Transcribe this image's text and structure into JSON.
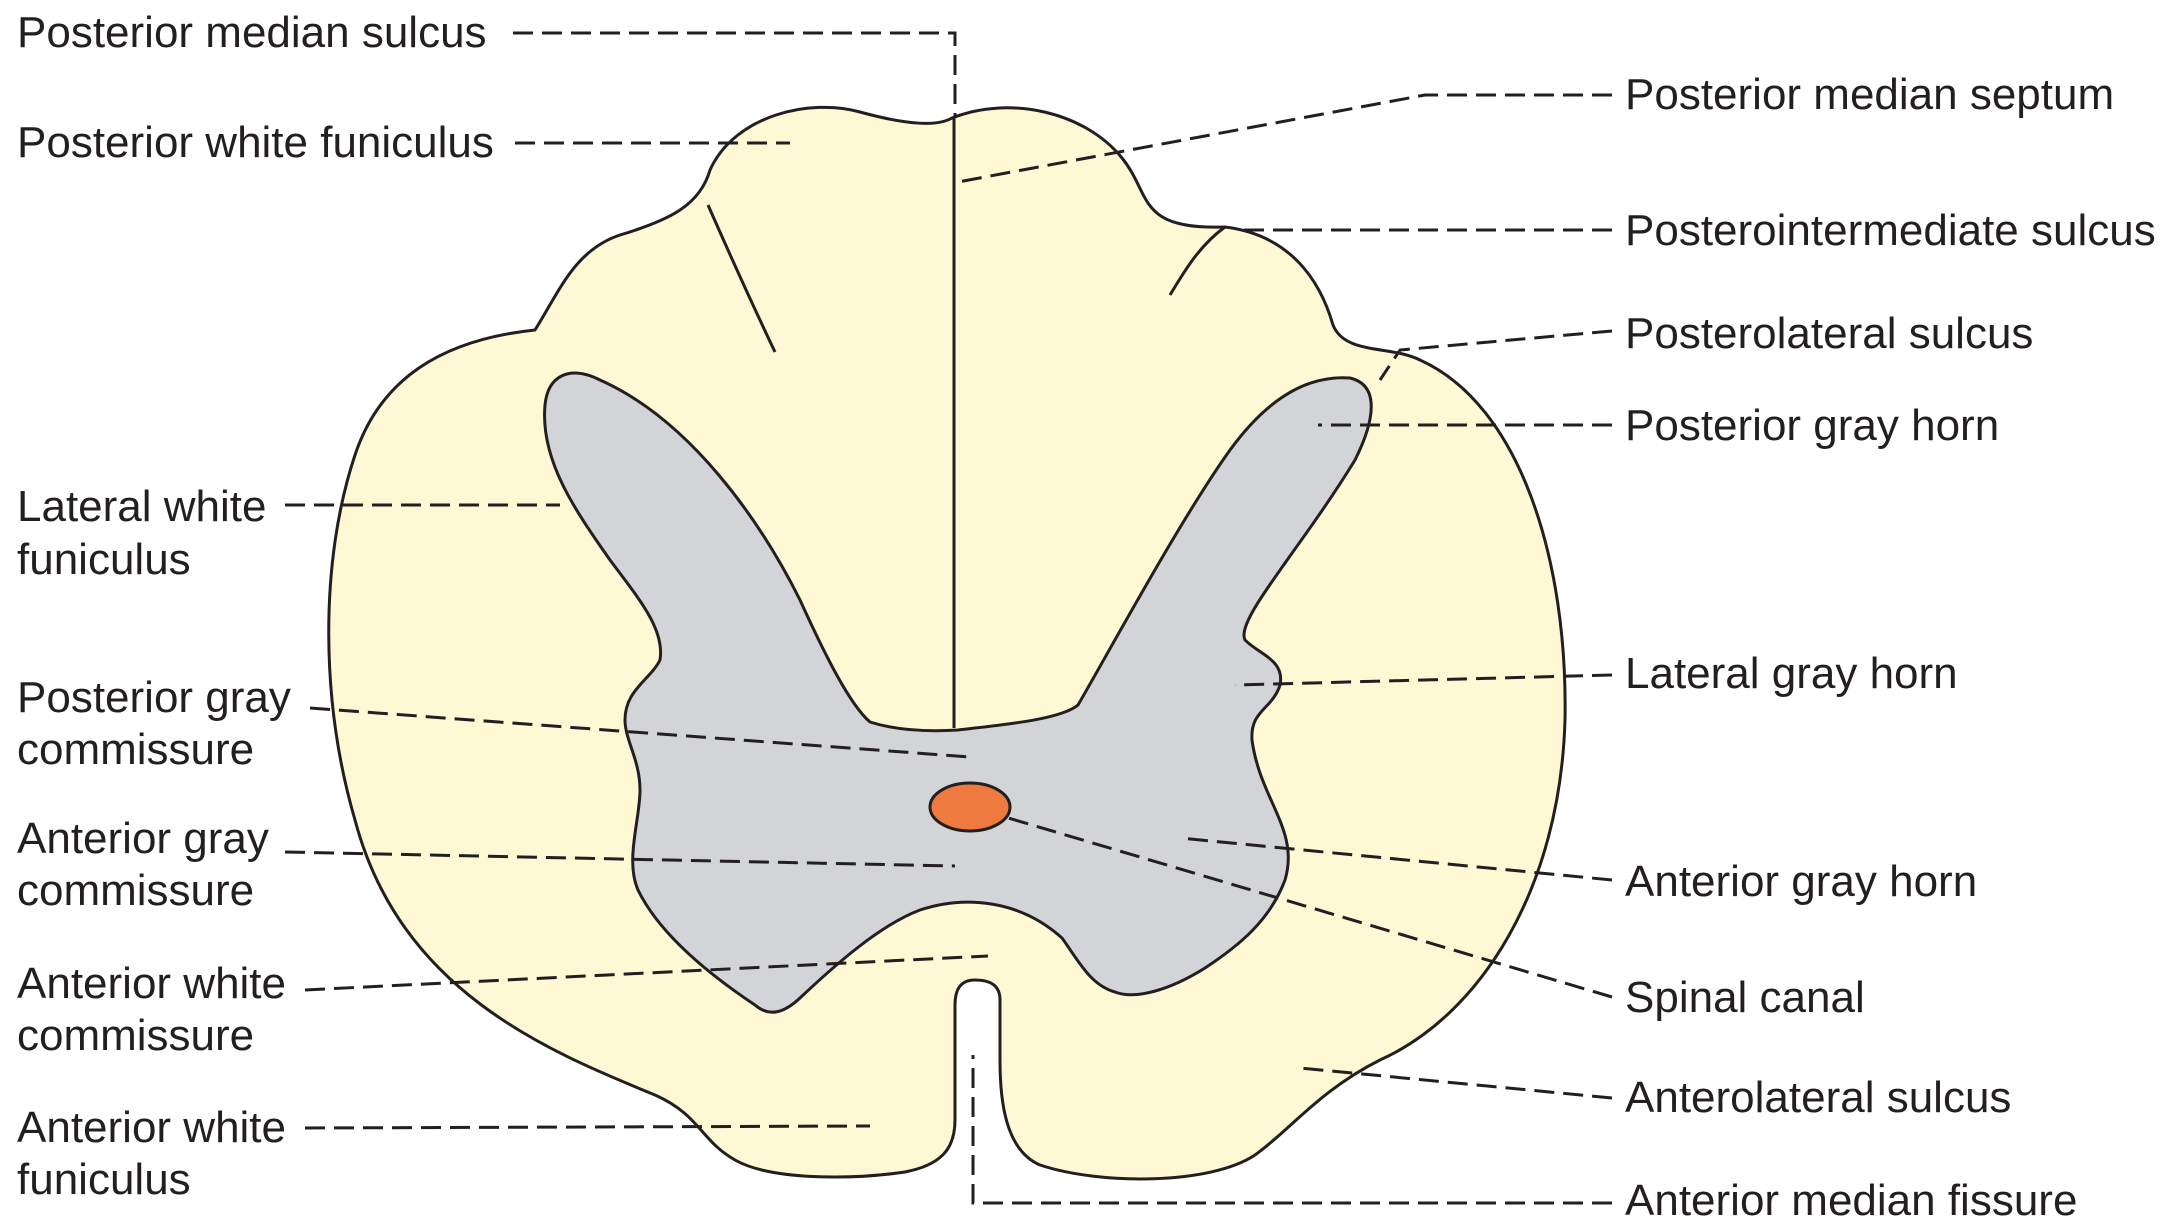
{
  "labels": {
    "posterior_median_sulcus": "Posterior median sulcus",
    "posterior_white_funiculus": "Posterior white funiculus",
    "lateral_white_funiculus_line1": "Lateral white",
    "lateral_white_funiculus_line2": "funiculus",
    "posterior_gray_commissure_line1": "Posterior gray",
    "posterior_gray_commissure_line2": "commissure",
    "anterior_gray_commissure_line1": "Anterior gray",
    "anterior_gray_commissure_line2": "commissure",
    "anterior_white_commissure_line1": "Anterior white",
    "anterior_white_commissure_line2": "commissure",
    "anterior_white_funiculus_line1": "Anterior white",
    "anterior_white_funiculus_line2": "funiculus",
    "posterior_median_septum": "Posterior median septum",
    "posterointermediate_sulcus": "Posterointermediate sulcus",
    "posterolateral_sulcus": "Posterolateral sulcus",
    "posterior_gray_horn": "Posterior gray horn",
    "lateral_gray_horn": "Lateral gray horn",
    "anterior_gray_horn": "Anterior gray horn",
    "spinal_canal": "Spinal canal",
    "anterolateral_sulcus": "Anterolateral sulcus",
    "anterior_median_fissure": "Anterior median fissure"
  },
  "colors": {
    "white_matter": "#fef8d4",
    "gray_matter": "#d3d4d8",
    "spinal_canal": "#ef7a3f",
    "line": "#231f20"
  }
}
